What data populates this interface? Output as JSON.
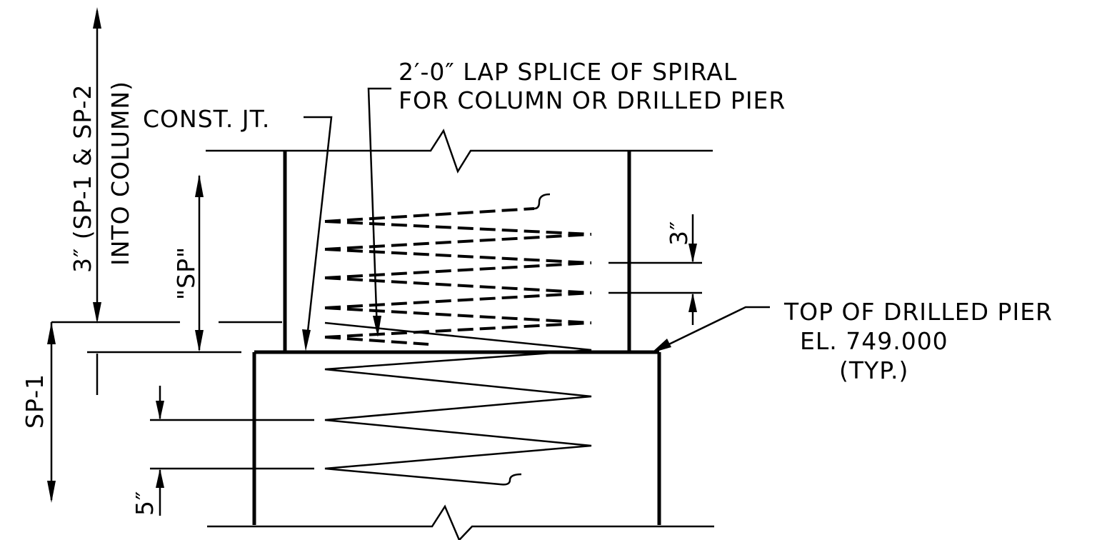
{
  "labels": {
    "lap_splice_line1": "2′-0″ LAP SPLICE OF SPIRAL",
    "lap_splice_line2": "FOR COLUMN OR DRILLED PIER",
    "const_jt": "CONST. JT.",
    "top_of_pier_line1": "TOP OF DRILLED PIER",
    "top_of_pier_line2": "EL. 749.000",
    "top_of_pier_line3": "(TYP.)",
    "left_dim_line1": "3″ (SP-1 & SP-2",
    "left_dim_line2": "INTO COLUMN)",
    "sp_dim": "\"SP\"",
    "sp1_dim": "SP-1",
    "pitch_3in": "3″",
    "pitch_5in": "5″"
  }
}
